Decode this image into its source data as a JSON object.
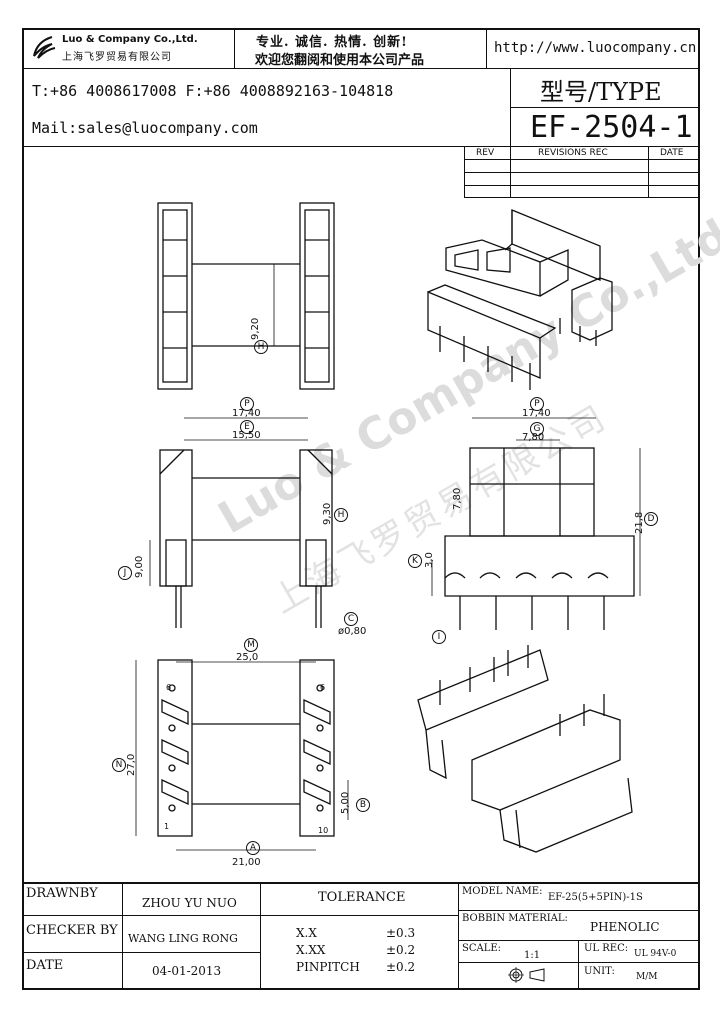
{
  "header": {
    "company_en": "Luo & Company Co.,Ltd.",
    "company_cn": "上海飞罗贸易有限公司",
    "slogan_line1": "专业. 诚信. 热情. 创新!",
    "slogan_line2": "欢迎您翻阅和使用本公司产品",
    "website": "http://www.luocompany.cn",
    "contact_phone": "T:+86 4008617008 F:+86 4008892163-104818",
    "contact_mail": "Mail:sales@luocompany.com",
    "type_label": "型号/TYPE",
    "model": "EF-2504-1"
  },
  "revisions": {
    "headers": [
      "REV",
      "REVISIONS REC",
      "DATE"
    ],
    "rows": [
      [
        "",
        "",
        ""
      ],
      [
        "",
        "",
        ""
      ],
      [
        "",
        "",
        ""
      ]
    ]
  },
  "watermark": {
    "text_en": "Luo & Company Co.,Ltd.",
    "text_cn": "上海飞罗贸易有限公司"
  },
  "dimensions": {
    "top_h_label": "H",
    "top_h_value": "9,20",
    "front_p_label": "P",
    "front_p_value": "17,40",
    "front_e_label": "E",
    "front_e_value": "15,50",
    "front_h_label": "H",
    "front_h_value": "9,30",
    "front_j_label": "J",
    "front_j_value": "9,00",
    "front_c_label": "C",
    "front_c_value": "ø0,80",
    "side_p_label": "P",
    "side_p_value": "17,40",
    "side_g_label": "G",
    "side_g_value": "7,80",
    "side_mid_value": "7,80",
    "side_d_label": "D",
    "side_d_value": "21,8",
    "side_k_label": "K",
    "side_k_value": "3,0",
    "side_i_label": "I",
    "bottom_m_label": "M",
    "bottom_m_value": "25,0",
    "bottom_n_label": "N",
    "bottom_n_value": "27,0",
    "bottom_b_label": "B",
    "bottom_b_value": "5,00",
    "bottom_a_label": "A",
    "bottom_a_value": "21,00",
    "pin_labels_left": [
      "6",
      "1"
    ],
    "pin_labels_right": [
      "6",
      "10"
    ]
  },
  "titleblock": {
    "drawnby_label": "DRAWNBY",
    "drawnby_value": "ZHOU YU NUO",
    "checker_label": "CHECKER BY",
    "checker_value": "WANG LING RONG",
    "date_label": "DATE",
    "date_value": "04-01-2013",
    "tolerance_label": "TOLERANCE",
    "tol_rows": [
      {
        "name": "X.X",
        "value": "±0.3"
      },
      {
        "name": "X.XX",
        "value": "±0.2"
      },
      {
        "name": "PINPITCH",
        "value": "±0.2"
      }
    ],
    "model_name_label": "MODEL NAME:",
    "model_name_value": "EF-25(5+5PIN)-1S",
    "bobbin_label": "BOBBIN MATERIAL:",
    "bobbin_value": "PHENOLIC",
    "scale_label": "SCALE:",
    "scale_value": "1:1",
    "ul_label": "UL REC:",
    "ul_value": "UL 94V-0",
    "unit_label": "UNIT:",
    "unit_value": "M/M"
  }
}
